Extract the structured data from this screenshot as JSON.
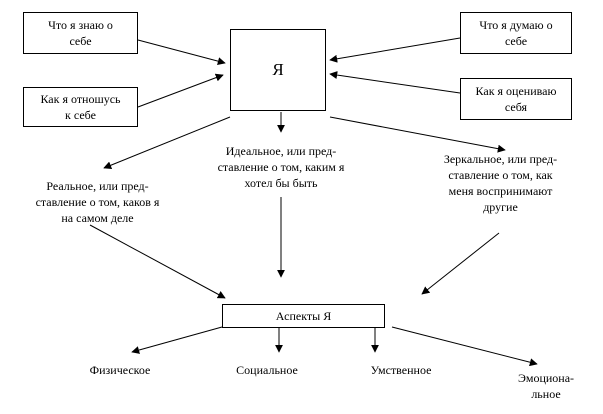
{
  "center_label": "Я",
  "boxes": {
    "know": "Что я знаю о\nсебе",
    "think": "Что я думаю о\nсебе",
    "relate": "Как я отношусь\nк себе",
    "evaluate": "Как я оцениваю\nсебя",
    "aspects": "Аспекты Я"
  },
  "selves": {
    "real": "Реальное, или пред-\nставление о том, каков я\nна самом деле",
    "ideal": "Идеальное, или пред-\nставление о том, каким я\nхотел бы быть",
    "mirror": "Зеркальное, или пред-\nставление о том, как\nменя воспринимают\nдругие"
  },
  "aspects": {
    "physical": "Физическое",
    "social": "Социальное",
    "mental": "Умственное",
    "emotional": "Эмоциона-\nльное"
  }
}
